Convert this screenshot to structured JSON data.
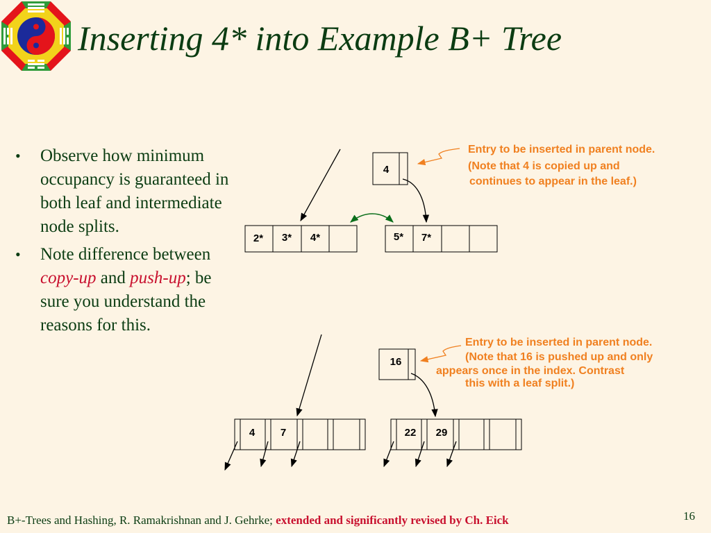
{
  "slide": {
    "title": "Inserting 4* into Example B+ Tree",
    "bullets": {
      "b1": "Observe how minimum occupancy is guaranteed in both leaf and intermediate node splits.",
      "b2_part1": "Note difference between ",
      "b2_copy": "copy-up",
      "b2_and": " and ",
      "b2_push": "push-up",
      "b2_part2": "; be sure you understand the reasons for this."
    },
    "leaf_split": {
      "parent_key": "4",
      "left_leaf": [
        "2*",
        "3*",
        "4*",
        ""
      ],
      "right_leaf": [
        "5*",
        "7*",
        "",
        ""
      ],
      "note_lines": [
        "Entry to be inserted in parent node.",
        "(Note that 4 is copied up and",
        "continues to appear in the leaf.)"
      ]
    },
    "index_split": {
      "parent_key": "16",
      "left_node": [
        "4",
        "7",
        ""
      ],
      "right_node": [
        "22",
        "29",
        ""
      ],
      "note_lines": [
        "Entry to be inserted in parent node.",
        "(Note that 16 is pushed up and only",
        "appears once in the index. Contrast",
        "this with a leaf split.)"
      ]
    },
    "footer": {
      "text": "B+-Trees and Hashing, R. Ramakrishnan and J. Gehrke; ",
      "emphasis": "extended and significantly revised by Ch. Eick"
    },
    "page_number": "16"
  }
}
